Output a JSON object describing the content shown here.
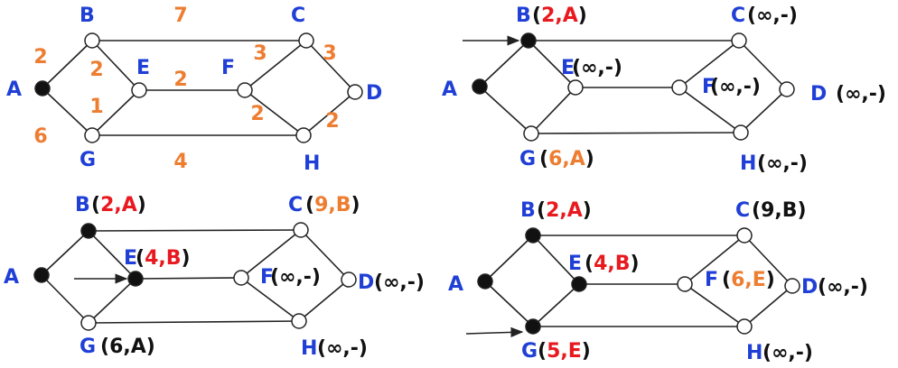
{
  "colors": {
    "letter": "#1f3fd6",
    "weight": "#ed7d31",
    "highlight": "#e8191f",
    "black": "#111111",
    "edge": "#222222"
  },
  "panels": [
    {
      "id": "graph",
      "nodes": [
        {
          "id": "A",
          "filled": true,
          "letter": "A",
          "label": null
        },
        {
          "id": "B",
          "filled": false,
          "letter": "B",
          "label": null
        },
        {
          "id": "C",
          "filled": false,
          "letter": "C",
          "label": null
        },
        {
          "id": "D",
          "filled": false,
          "letter": "D",
          "label": null
        },
        {
          "id": "E",
          "filled": false,
          "letter": "E",
          "label": null
        },
        {
          "id": "F",
          "filled": false,
          "letter": "F",
          "label": null
        },
        {
          "id": "G",
          "filled": false,
          "letter": "G",
          "label": null
        },
        {
          "id": "H",
          "filled": false,
          "letter": "H",
          "label": null
        }
      ],
      "weights": [
        {
          "edge": "A-B",
          "value": "2"
        },
        {
          "edge": "B-E",
          "value": "2"
        },
        {
          "edge": "B-C",
          "value": "7"
        },
        {
          "edge": "E-G",
          "value": "1"
        },
        {
          "edge": "A-G",
          "value": "6"
        },
        {
          "edge": "E-F",
          "value": "2"
        },
        {
          "edge": "F-C",
          "value": "3"
        },
        {
          "edge": "C-D",
          "value": "3"
        },
        {
          "edge": "F-H",
          "value": "2"
        },
        {
          "edge": "H-D",
          "value": "2"
        },
        {
          "edge": "G-H",
          "value": "4"
        }
      ],
      "arrow": null
    },
    {
      "id": "step1",
      "nodes": [
        {
          "id": "A",
          "filled": true,
          "letter": "A",
          "label": null
        },
        {
          "id": "B",
          "filled": true,
          "letter": "B",
          "label": {
            "open": "(",
            "val": "2,A",
            "close": ")",
            "color": "highlight"
          }
        },
        {
          "id": "C",
          "filled": false,
          "letter": "C",
          "label": {
            "open": "(",
            "val": "∞,-",
            "close": ")",
            "color": "black"
          }
        },
        {
          "id": "D",
          "filled": false,
          "letter": "D",
          "label": {
            "open": "(",
            "val": "∞,-",
            "close": ")",
            "color": "black"
          }
        },
        {
          "id": "E",
          "filled": false,
          "letter": "E",
          "label": {
            "open": "(",
            "val": "∞,-",
            "close": ")",
            "color": "black"
          }
        },
        {
          "id": "F",
          "filled": false,
          "letter": "F",
          "label": {
            "open": "(",
            "val": "∞,-",
            "close": ")",
            "color": "black"
          }
        },
        {
          "id": "G",
          "filled": false,
          "letter": "G",
          "label": {
            "open": "(",
            "val": "6,A",
            "close": ")",
            "color": "weight"
          }
        },
        {
          "id": "H",
          "filled": false,
          "letter": "H",
          "label": {
            "open": "(",
            "val": "∞,-",
            "close": ")",
            "color": "black"
          }
        }
      ],
      "weights": [],
      "arrow": "B"
    },
    {
      "id": "step2",
      "nodes": [
        {
          "id": "A",
          "filled": true,
          "letter": "A",
          "label": null
        },
        {
          "id": "B",
          "filled": true,
          "letter": "B",
          "label": {
            "open": "(",
            "val": "2,A",
            "close": ")",
            "color": "highlight"
          }
        },
        {
          "id": "C",
          "filled": false,
          "letter": "C",
          "label": {
            "open": "(",
            "val": "9,B",
            "close": ")",
            "color": "weight"
          }
        },
        {
          "id": "D",
          "filled": false,
          "letter": "D",
          "label": {
            "open": "(",
            "val": "∞,-",
            "close": ")",
            "color": "black"
          }
        },
        {
          "id": "E",
          "filled": true,
          "letter": "E",
          "label": {
            "open": "(",
            "val": "4,B",
            "close": ")",
            "color": "highlight"
          }
        },
        {
          "id": "F",
          "filled": false,
          "letter": "F",
          "label": {
            "open": "(",
            "val": "∞,-",
            "close": ")",
            "color": "black"
          }
        },
        {
          "id": "G",
          "filled": false,
          "letter": "G",
          "label": {
            "open": "(",
            "val": "6,A",
            "close": ")",
            "color": "black"
          }
        },
        {
          "id": "H",
          "filled": false,
          "letter": "H",
          "label": {
            "open": "(",
            "val": "∞,-",
            "close": ")",
            "color": "black"
          }
        }
      ],
      "weights": [],
      "arrow": "E"
    },
    {
      "id": "step3",
      "nodes": [
        {
          "id": "A",
          "filled": true,
          "letter": "A",
          "label": null
        },
        {
          "id": "B",
          "filled": true,
          "letter": "B",
          "label": {
            "open": "(",
            "val": "2,A",
            "close": ")",
            "color": "highlight"
          }
        },
        {
          "id": "C",
          "filled": false,
          "letter": "C",
          "label": {
            "open": "(",
            "val": "9,B",
            "close": ")",
            "color": "black"
          }
        },
        {
          "id": "D",
          "filled": false,
          "letter": "D",
          "label": {
            "open": "(",
            "val": "∞,-",
            "close": ")",
            "color": "black"
          }
        },
        {
          "id": "E",
          "filled": true,
          "letter": "E",
          "label": {
            "open": "(",
            "val": "4,B",
            "close": ")",
            "color": "highlight"
          }
        },
        {
          "id": "F",
          "filled": false,
          "letter": "F",
          "label": {
            "open": "(",
            "val": "6,E",
            "close": ")",
            "color": "weight"
          }
        },
        {
          "id": "G",
          "filled": true,
          "letter": "G",
          "label": {
            "open": "(",
            "val": "5,E",
            "close": ")",
            "color": "highlight"
          }
        },
        {
          "id": "H",
          "filled": false,
          "letter": "H",
          "label": {
            "open": "(",
            "val": "∞,-",
            "close": ")",
            "color": "black"
          }
        }
      ],
      "weights": [],
      "arrow": "G"
    }
  ],
  "edges": [
    [
      "A",
      "B"
    ],
    [
      "A",
      "G"
    ],
    [
      "B",
      "E"
    ],
    [
      "E",
      "G"
    ],
    [
      "B",
      "C"
    ],
    [
      "G",
      "H"
    ],
    [
      "E",
      "F"
    ],
    [
      "F",
      "C"
    ],
    [
      "F",
      "H"
    ],
    [
      "C",
      "D"
    ],
    [
      "H",
      "D"
    ]
  ]
}
